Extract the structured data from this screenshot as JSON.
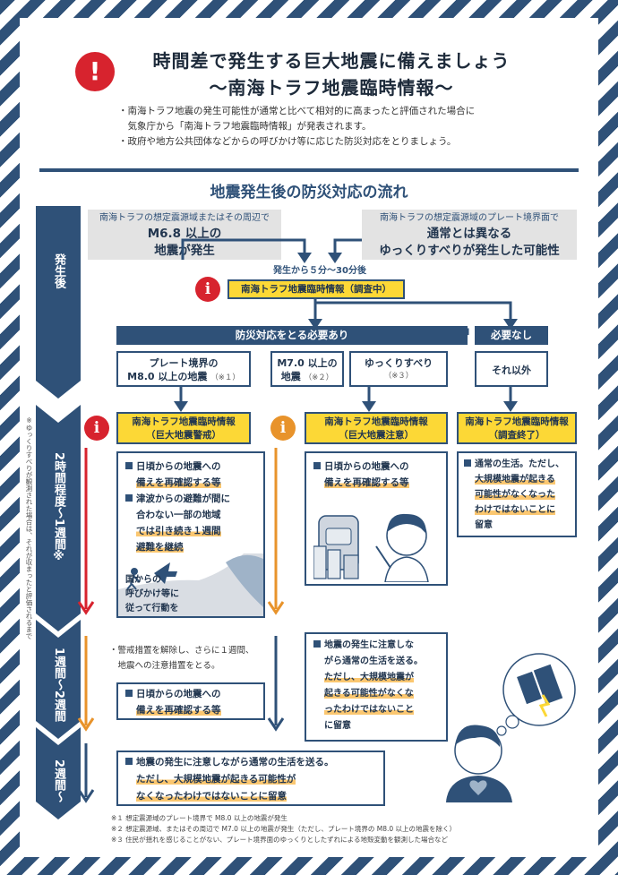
{
  "header": {
    "title_line1": "時間差で発生する巨大地震に備えましょう",
    "title_line2": "〜南海トラフ地震臨時情報〜"
  },
  "intro": [
    "・南海トラフ地震の発生可能性が通常と比べて相対的に高まったと評価された場合に",
    "　気象庁から「南海トラフ地震臨時情報」が発表されます。",
    "・政府や地方公共団体などからの呼びかけ等に応じた防災対応をとりましょう。"
  ],
  "section_title": "地震発生後の防災対応の流れ",
  "timeline": {
    "phase1": "発生後",
    "phase2": "2時間程度〜1週間※",
    "phase3": "1週間〜2週間",
    "phase4": "2週間〜",
    "side_note": "※ゆっくりすべりが観測された場合は、それが収まったと評価されるまで"
  },
  "triggers": {
    "left_small": "南海トラフの想定震源域またはその周辺で",
    "left_big1": "M6.8 以上の",
    "left_big2": "地震が発生",
    "right_small": "南海トラフの想定震源域のプレート境界面で",
    "right_big1": "通常とは異なる",
    "right_big2": "ゆっくりすべりが発生した可能性"
  },
  "time_label": "発生から５分〜30分後",
  "info_investigating": "南海トラフ地震臨時情報（調査中）",
  "bar_needed": "防災対応をとる必要あり",
  "bar_not_needed": "必要なし",
  "cases": {
    "case1_l1": "プレート境界の",
    "case1_l2": "M8.0 以上の地震",
    "case1_note": "（※１）",
    "case2_l1": "M7.0 以上の",
    "case2_l2": "地震",
    "case2_note": "（※２）",
    "case3_l1": "ゆっくりすべり",
    "case3_note": "（※３）",
    "case4": "それ以外"
  },
  "infos": {
    "warn_l1": "南海トラフ地震臨時情報",
    "warn_l2": "（巨大地震警戒）",
    "caution_l1": "南海トラフ地震臨時情報",
    "caution_l2": "（巨大地震注意）",
    "end_l1": "南海トラフ地震臨時情報",
    "end_l2": "（調査終了）"
  },
  "warning_card": {
    "a1": "日頃からの地震への",
    "a2": "備えを再確認する等",
    "b1": "津波からの避難が間に",
    "b2": "合わない一部の地域",
    "b3": "では引き続き１週間",
    "b4": "避難を継続",
    "c1": "国からの",
    "c2": "呼びかけ等に",
    "c3": "従って行動を"
  },
  "caution_card": {
    "a1": "日頃からの地震への",
    "a2": "備えを再確認する等"
  },
  "end_card": {
    "a1": "通常の生活。ただし、",
    "a2": "大規模地震が起きる",
    "a3": "可能性がなくなった",
    "a4": "わけではないことに",
    "a5": "留意"
  },
  "week2": {
    "lift1": "・警戒措置を解除し、さらに１週間、",
    "lift2": "　地震への注意措置をとる。",
    "card_a1": "日頃からの地震への",
    "card_a2": "備えを再確認する等",
    "right_a1": "地震の発生に注意しな",
    "right_a2": "がら通常の生活を送る。",
    "right_a3": "ただし、大規模地震が",
    "right_a4": "起きる可能性がなくな",
    "right_a5": "ったわけではないこと",
    "right_a6": "に留意"
  },
  "week3": {
    "l1": "地震の発生に注意しながら通常の生活を送る。",
    "l2": "ただし、大規模地震が起きる可能性が",
    "l3": "なくなったわけではないことに留意"
  },
  "notes": {
    "n1": "※１ 想定震源域のプレート境界で M8.0 以上の地震が発生",
    "n2": "※２ 想定震源域、またはその周辺で M7.0 以上の地震が発生（ただし、プレート境界の M8.0 以上の地震を除く）",
    "n3": "※３ 住民が揺れを感じることがない、プレート境界面のゆっくりとしたずれによる地殻変動を観測した場合など"
  },
  "icons": {
    "alert": "!",
    "info": "i"
  },
  "colors": {
    "navy": "#2f5178",
    "red": "#d7232e",
    "orange": "#e8932b",
    "yellow": "#fcd836",
    "highlight": "#fbc770"
  }
}
